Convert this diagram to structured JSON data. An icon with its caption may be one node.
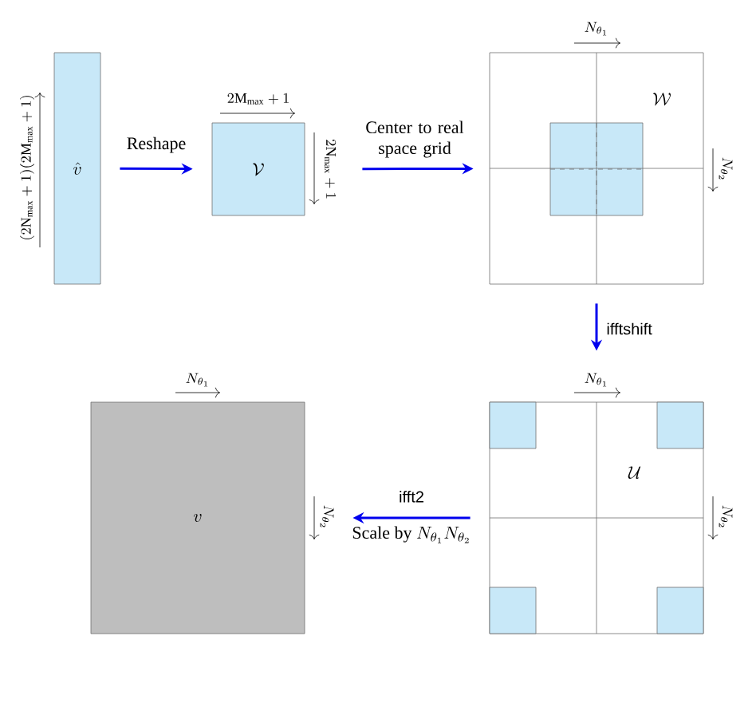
{
  "diagram": {
    "nodes": [
      {
        "text": [
          "\\hat{v}"
        ],
        "beside": [
          "(2\\mathrm{N}_{\\max}+1)(2\\mathrm{M}_{\\max}+1)"
        ]
      },
      {
        "text": [
          "\\mathcal{V}"
        ],
        "beside": [
          "2\\mathrm{M}_{\\max}+1",
          "2\\mathrm{N}_{\\max}+1"
        ]
      },
      {
        "text": [
          "\\mathcal{W}"
        ],
        "beside": [
          "N_{\\theta_1}",
          "N_{\\theta_2}"
        ]
      },
      {
        "text": [
          "\\mathcal{U}"
        ],
        "beside": [
          "N_{\\theta_1}",
          "N_{\\theta_2}"
        ]
      },
      {
        "text": [
          "v"
        ],
        "beside": [
          "N_{\\theta_1}",
          "N_{\\theta_2}"
        ]
      }
    ],
    "edges": [
      {
        "from": 0,
        "to": 1,
        "arrow": "to",
        "label": "Reshape"
      },
      {
        "from": 1,
        "to": 2,
        "arrow": "to",
        "label": "Center to real space grid"
      },
      {
        "from": 2,
        "to": 3,
        "arrow": "to",
        "label": "ifftshift"
      },
      {
        "from": 3,
        "to": 4,
        "arrow": "to",
        "label": "ifft2"
      }
    ],
    "labels": [
      "\\text{Scale by }N_{\\theta_1}N_{\\theta_2}"
    ]
  }
}
